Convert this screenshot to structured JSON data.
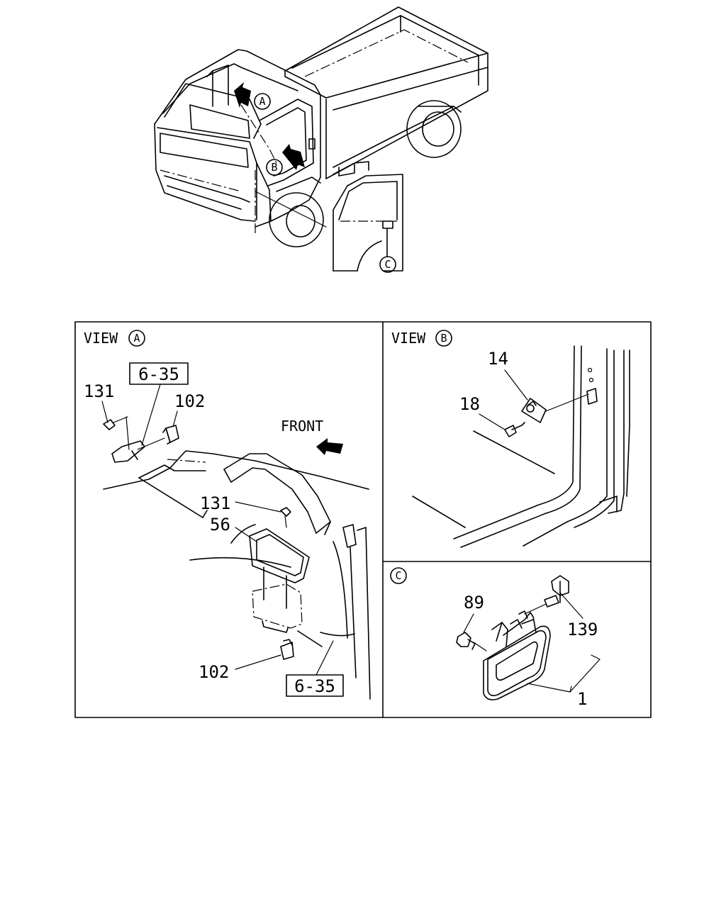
{
  "overview": {
    "callout_a": "A",
    "callout_b": "B",
    "callout_c": "C"
  },
  "view_a": {
    "title_prefix": "VIEW",
    "title_letter": "A",
    "direction_label": "FRONT",
    "ref_top": "6-35",
    "ref_bottom": "6-35",
    "labels": {
      "bolt_upper": "131",
      "clip_upper": "102",
      "bolt_lower": "131",
      "handle": "56",
      "clip_lower": "102"
    }
  },
  "view_b": {
    "title_prefix": "VIEW",
    "title_letter": "B",
    "labels": {
      "striker": "14",
      "screw": "18"
    }
  },
  "view_c": {
    "title_letter": "C",
    "labels": {
      "nut": "89",
      "rod": "139",
      "handle_assy": "1"
    }
  }
}
